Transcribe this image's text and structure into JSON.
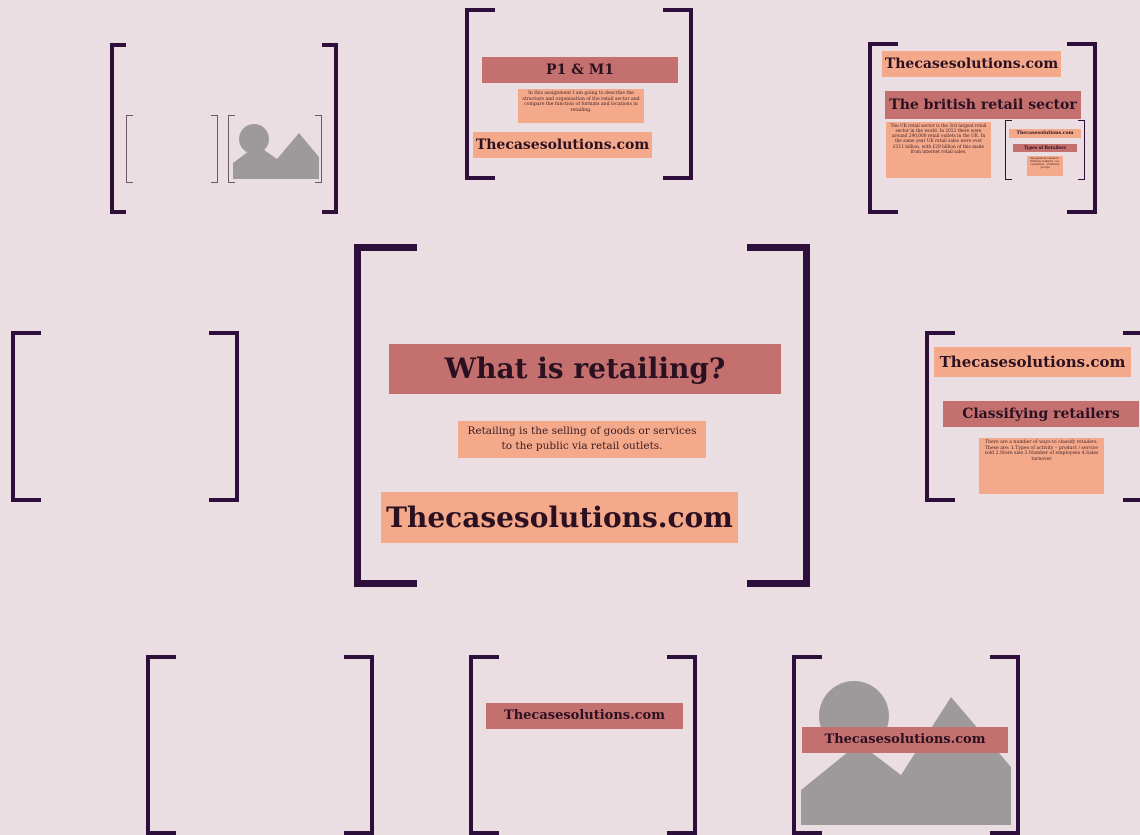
{
  "main_frame": {
    "title": "What is retailing?",
    "body_line1": "Retailing is the selling of goods or services",
    "body_line2": "to the public via retail outlets.",
    "brand": "Thecasesolutions.com"
  },
  "p1_frame": {
    "title": "P1 & M1",
    "body": "In this assignment I am going to describe the structure and organisation of the retail sector and compare the function of formats and locations in retailing.",
    "brand": "Thecasesolutions.com"
  },
  "british_frame": {
    "brand": "Thecasesolutions.com",
    "title": "The british retail sector",
    "body": "The UK retail sector is the 3rd largest retail sector in the world. In 2012 there were around 290,000 retail outlets in the UK. In the same year UK retail sales were over £311 billion, with £29 billion of this made from internet retail sales.",
    "mini_brand": "Thecasesolutions.com",
    "mini_title": "Types of Retailers",
    "mini_body": "Independent retailers · Multiple retailers · Co-operatives · Voluntary groups"
  },
  "classify_frame": {
    "brand": "Thecasesolutions.com",
    "title": "Classifying retailers",
    "body": "There are a number of ways to classify retailers. These are: 1.Types of activity – product / service sold 2.Store size 3.Number of employees 4.Sales turnover"
  },
  "bottom_mid_frame": {
    "brand": "Thecasesolutions.com"
  },
  "bottom_right_frame": {
    "brand": "Thecasesolutions.com"
  },
  "icons": [
    "image-placeholder-icon"
  ],
  "colors": {
    "background": "#eadee2",
    "bracket": "#2e0f3c",
    "rose": "#c4706f",
    "peach": "#f4a98a",
    "placeholder_gray": "#9e9a9c"
  }
}
